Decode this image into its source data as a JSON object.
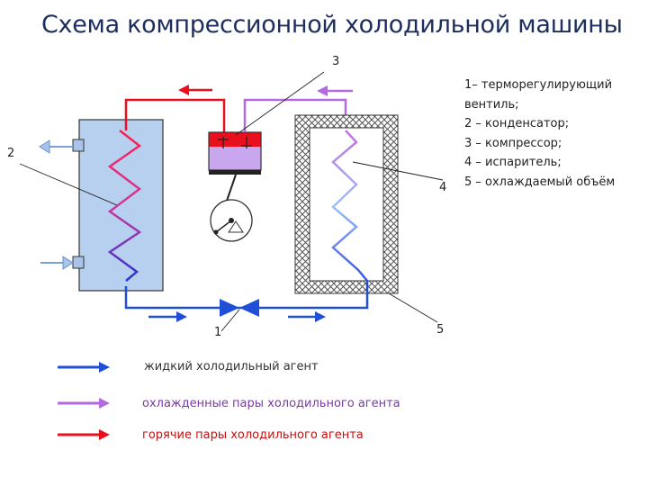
{
  "title": "Схема компрессионной холодильной машины",
  "numbers": {
    "n1": "1",
    "n2": "2",
    "n3": "3",
    "n4": "4",
    "n5": "5"
  },
  "component_list": [
    "1– терморегулирующий",
    "вентиль;",
    "2 – конденсатор;",
    "3 – компрессор;",
    "4 – испаритель;",
    "5 – охлаждаемый объём"
  ],
  "line_key": [
    {
      "label": "жидкий холодильный агент",
      "color": "#1f4fd6"
    },
    {
      "label": "охлажденные пары холодильного агента",
      "color": "#b36ae0"
    },
    {
      "label": "горячие пары холодильного агента",
      "color": "#e8101c"
    }
  ],
  "colors": {
    "liquid": "#1f4fd6",
    "cold_vapor": "#b36ae0",
    "hot_vapor": "#e8101c",
    "condenser_fill": "#b7d0ef",
    "compressor_fill": "#c9a7ee"
  }
}
